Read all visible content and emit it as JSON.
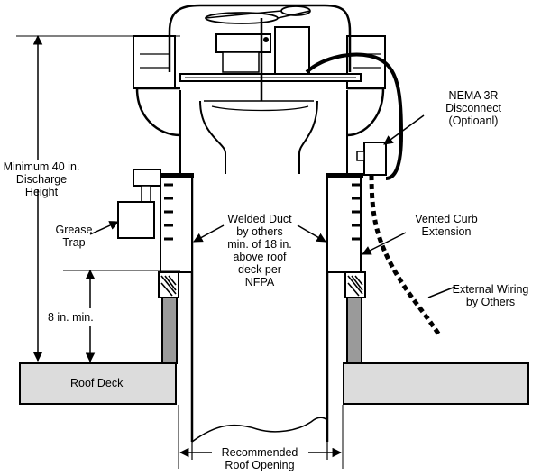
{
  "labels": {
    "nema": "NEMA 3R\nDisconnect\n(Optioanl)",
    "discharge_height": "Minimum 40 in.\nDischarge\nHeight",
    "grease_trap": "Grease\nTrap",
    "welded_duct": "Welded Duct\nby others\nmin. of 18 in.\nabove roof\ndeck per\nNFPA",
    "vented_curb": "Vented Curb\nExtension",
    "external_wiring": "External Wiring\nby Others",
    "min_8in": "8 in. min.",
    "roof_deck": "Roof Deck",
    "roof_opening": "Recommended\nRoof Opening"
  },
  "colors": {
    "line": "#000000",
    "roof_deck_fill": "#dcdcdc",
    "curb_fill": "#9a9a9a",
    "background": "#ffffff"
  }
}
